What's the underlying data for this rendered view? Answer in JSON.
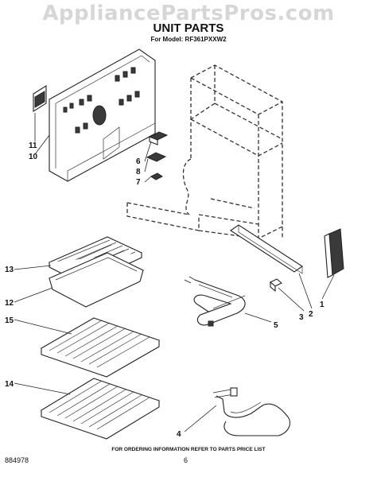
{
  "watermark": "AppliancePartsPros.com",
  "title": "UNIT PARTS",
  "model_line": "For Model: RF361PXXW2",
  "footer_note": "FOR ORDERING INFORMATION REFER TO PARTS PRICE LIST",
  "doc_number": "884978",
  "page_number": "6",
  "callouts": {
    "c1": "1",
    "c2": "2",
    "c3": "3",
    "c4": "4",
    "c5": "5",
    "c6": "6",
    "c7": "7",
    "c8": "8",
    "c10": "10",
    "c11": "11",
    "c12": "12",
    "c13": "13",
    "c14": "14",
    "c15": "15"
  }
}
